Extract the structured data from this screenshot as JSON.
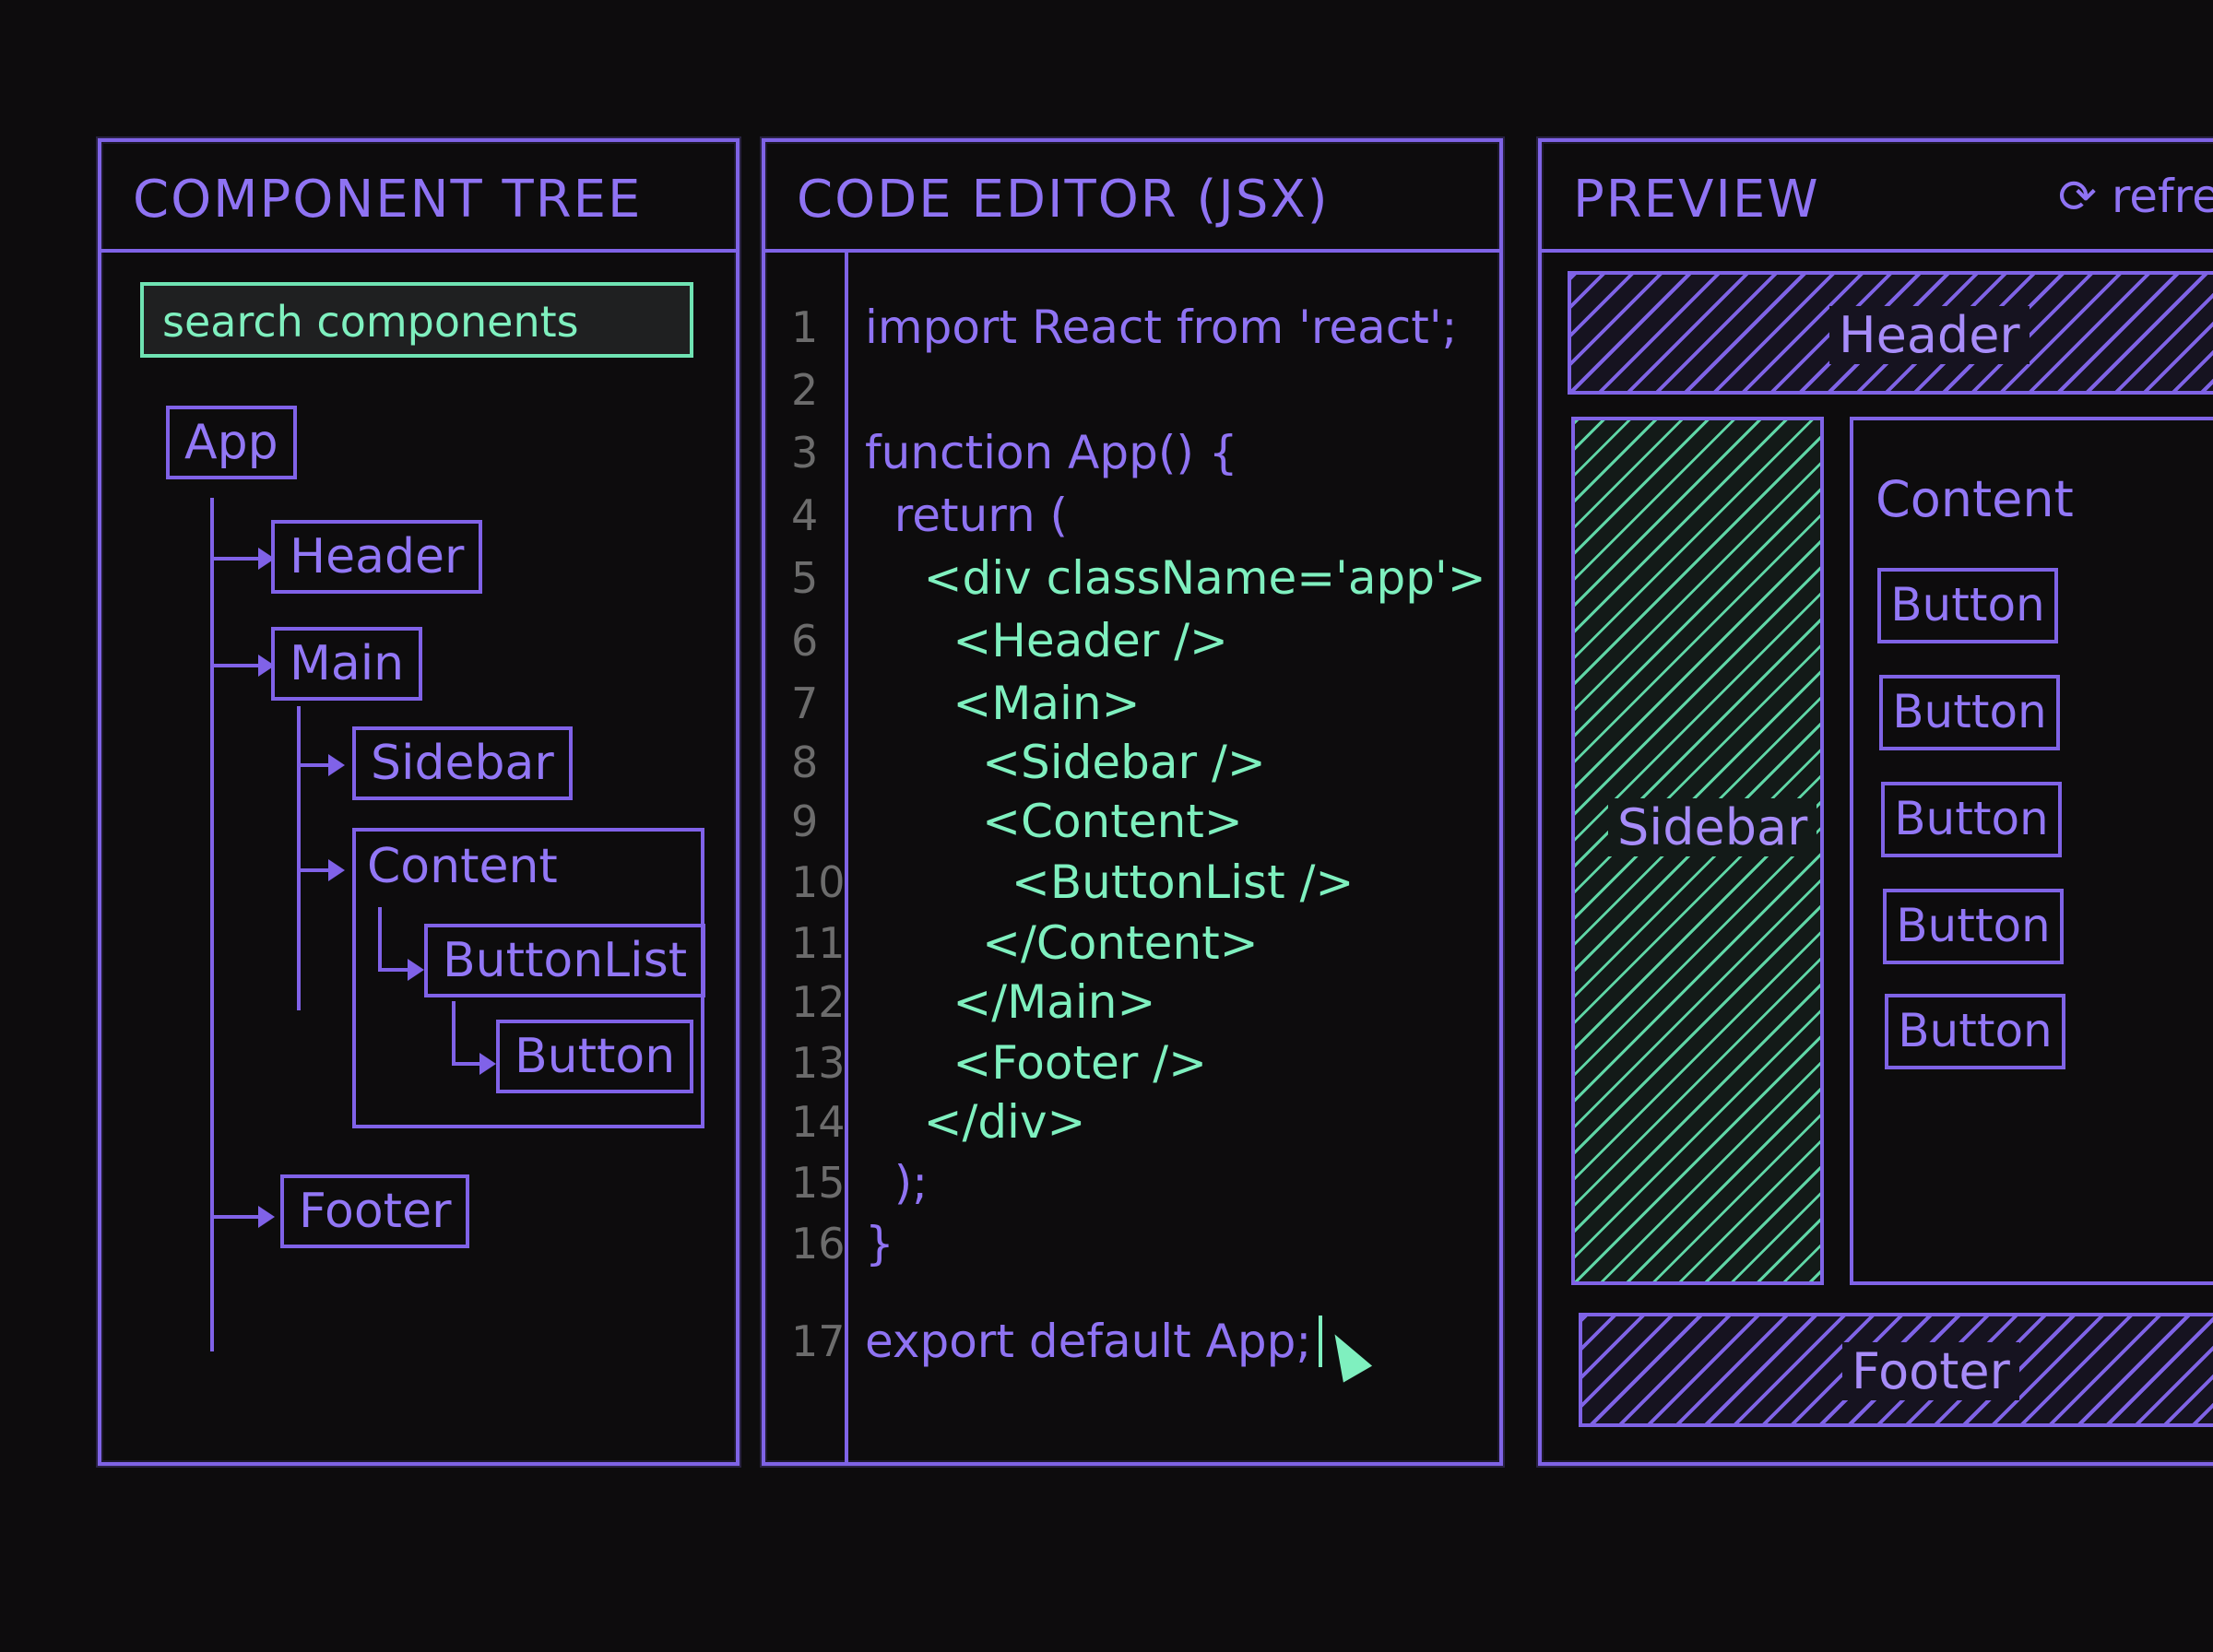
{
  "tree": {
    "title": "COMPONENT TREE",
    "search_placeholder": "search components",
    "nodes": {
      "app": "App",
      "header": "Header",
      "main": "Main",
      "sidebar": "Sidebar",
      "content": "Content",
      "buttonlist": "ButtonList",
      "button": "Button",
      "footer": "Footer"
    }
  },
  "editor": {
    "title": "CODE EDITOR (JSX)",
    "lines": [
      {
        "n": "1",
        "text": "import React from 'react';"
      },
      {
        "n": "2",
        "text": ""
      },
      {
        "n": "3",
        "text": "function App() {"
      },
      {
        "n": "4",
        "text": "  return ("
      },
      {
        "n": "5",
        "text": "    <div className='app'>"
      },
      {
        "n": "6",
        "text": "      <Header />"
      },
      {
        "n": "7",
        "text": "      <Main>"
      },
      {
        "n": "8",
        "text": "        <Sidebar />"
      },
      {
        "n": "9",
        "text": "        <Content>"
      },
      {
        "n": "10",
        "text": "          <ButtonList />"
      },
      {
        "n": "11",
        "text": "        </Content>"
      },
      {
        "n": "12",
        "text": "      </Main>"
      },
      {
        "n": "13",
        "text": "      <Footer />"
      },
      {
        "n": "14",
        "text": "    </div>"
      },
      {
        "n": "15",
        "text": "  );"
      },
      {
        "n": "16",
        "text": "}"
      },
      {
        "n": "17",
        "text": "export default App;"
      }
    ]
  },
  "preview": {
    "title": "PREVIEW",
    "refresh_label": "refre",
    "header_label": "Header",
    "sidebar_label": "Sidebar",
    "content_label": "Content",
    "buttons": [
      "Button",
      "Button",
      "Button",
      "Button",
      "Button"
    ],
    "footer_label": "Footer"
  },
  "colors": {
    "background": "#0d0c0d",
    "purple": "#7f63e6",
    "green": "#7ff0bf"
  }
}
